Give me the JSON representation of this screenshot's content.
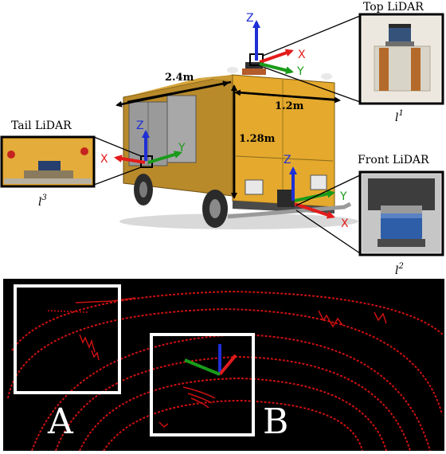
{
  "top_panel": {
    "callouts": {
      "top": {
        "title": "Top LiDAR",
        "symbol": "l",
        "sup": "1"
      },
      "front": {
        "title": "Front LiDAR",
        "symbol": "l",
        "sup": "2"
      },
      "tail": {
        "title": "Tail LiDAR",
        "symbol": "l",
        "sup": "3"
      }
    },
    "dimensions": {
      "length": "2.4m",
      "width": "1.2m",
      "height": "1.28m"
    },
    "axes": {
      "x": "X",
      "y": "Y",
      "z": "Z"
    },
    "colors": {
      "x_axis": "#e31b1b",
      "y_axis": "#1a9b1a",
      "z_axis": "#1e2fd6",
      "vehicle_body": "#e0a12a"
    }
  },
  "bottom_panel": {
    "boxes": {
      "a": "A",
      "b": "B"
    },
    "colors": {
      "background": "#000000",
      "points": "#cc1111",
      "box_frame": "#ffffff"
    }
  }
}
